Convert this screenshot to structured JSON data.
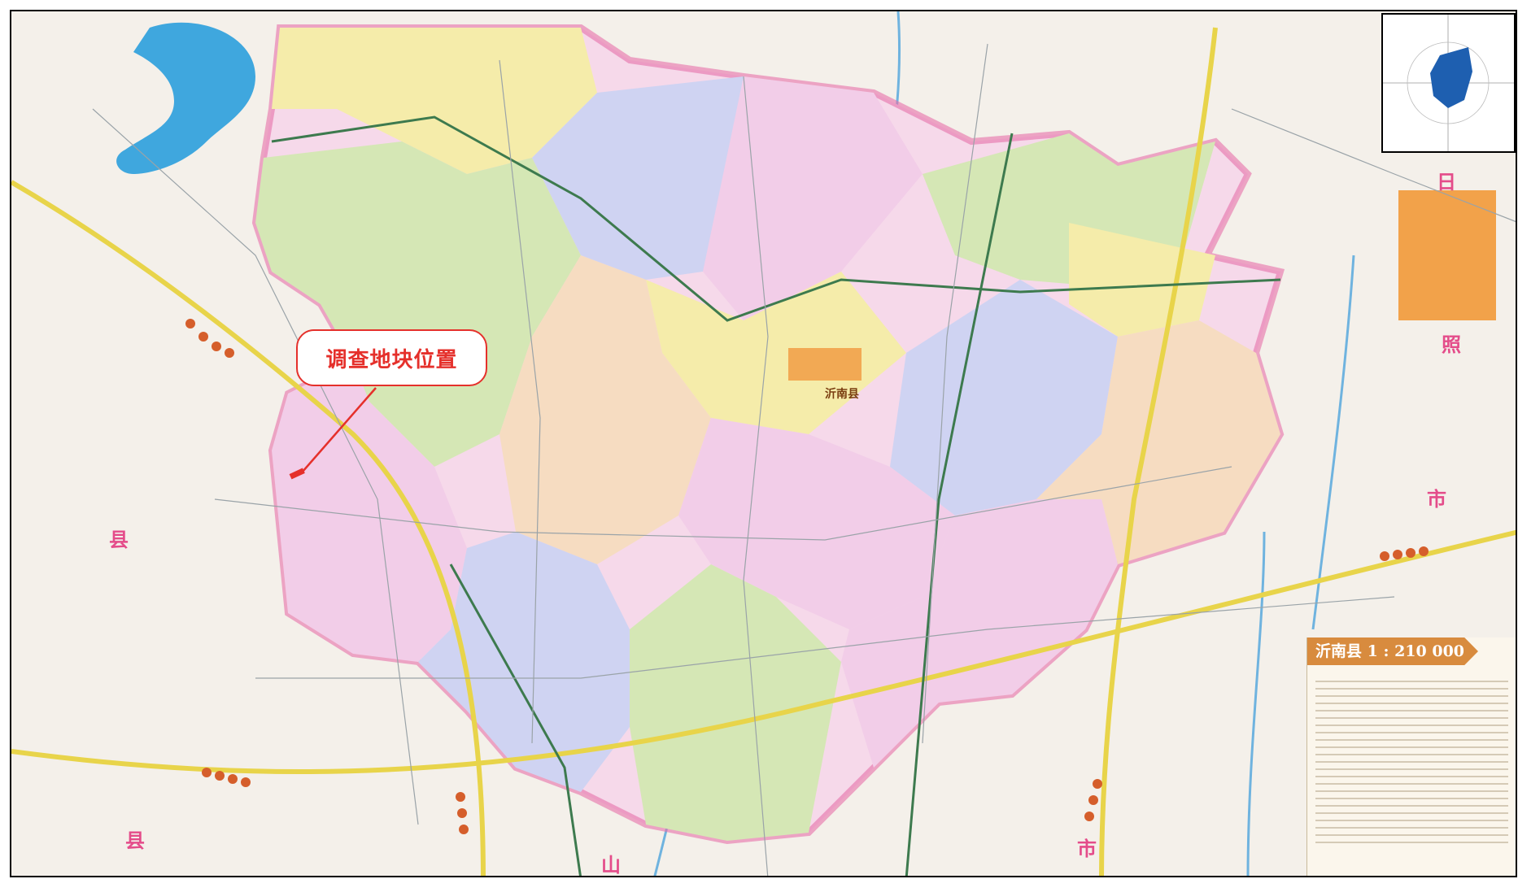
{
  "callout": {
    "label": "调查地块位置",
    "color": "#e5302b"
  },
  "legend": {
    "title": "沂南县  1 : 210 000"
  },
  "colors": {
    "county_border": "#e66fa8",
    "road_highway": "#e8d44a",
    "river": "#6fb3df",
    "lake": "#3fa7de",
    "city_fill": "#f2a24a",
    "inset_region": "#1e5fb0"
  },
  "edge_labels": [
    "日",
    "照",
    "市",
    "县",
    "县",
    "山",
    "市"
  ],
  "towns": [
    "沂南县"
  ]
}
